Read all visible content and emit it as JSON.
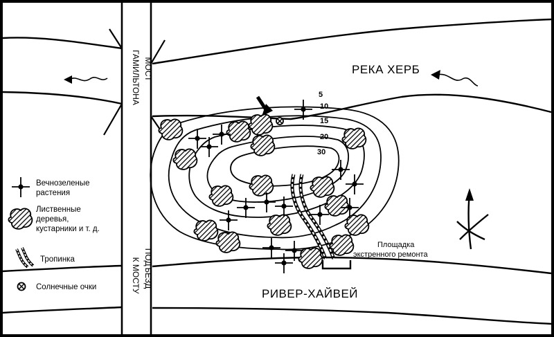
{
  "labels": {
    "river": "РЕКА ХЕРБ",
    "bridge_line1": "МОСТ",
    "bridge_line2": "ГАМИЛЬТОНА",
    "approach_line1": "ПОДЪЕЗД",
    "approach_line2": "К МОСТУ",
    "highway": "РИВЕР-ХАЙВЕЙ",
    "repair_line1": "Площадка",
    "repair_line2": "экстренного ремонта"
  },
  "contours": [
    "5",
    "10",
    "15",
    "20",
    "30"
  ],
  "legend": {
    "evergreen_line1": "Вечнозеленые",
    "evergreen_line2": "растения",
    "deciduous_line1": "Лиственные",
    "deciduous_line2": "деревья,",
    "deciduous_line3": "кустарники и т. д.",
    "path": "Тропинка",
    "sunglasses": "Солнечные очки"
  },
  "icons": [
    "evergreen-icon",
    "deciduous-tree-icon",
    "footpath-icon",
    "sunglasses-icon",
    "north-arrow-icon",
    "flow-arrow-icon",
    "location-arrow-icon"
  ]
}
